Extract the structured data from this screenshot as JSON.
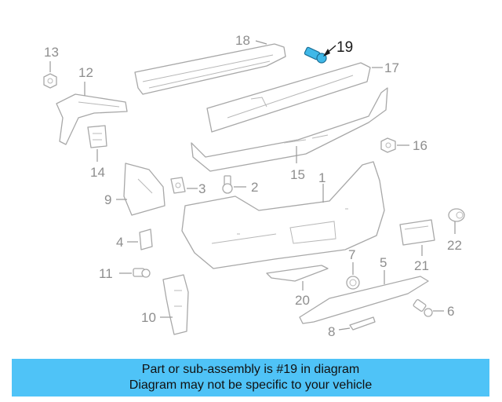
{
  "callouts": {
    "c1": "1",
    "c2": "2",
    "c3": "3",
    "c4": "4",
    "c5": "5",
    "c6": "6",
    "c7": "7",
    "c8": "8",
    "c9": "9",
    "c10": "10",
    "c11": "11",
    "c12": "12",
    "c13": "13",
    "c14": "14",
    "c15": "15",
    "c16": "16",
    "c17": "17",
    "c18": "18",
    "c19": "19",
    "c20": "20",
    "c21": "21",
    "c22": "22"
  },
  "highlighted_part": "19",
  "colors": {
    "highlight": "#3fb8e8",
    "banner": "#4fc3f7",
    "parts": "#a8a8a8"
  },
  "banner": {
    "line1": "Part or sub-assembly is #19 in diagram",
    "line2": "Diagram may not be specific to your vehicle"
  }
}
